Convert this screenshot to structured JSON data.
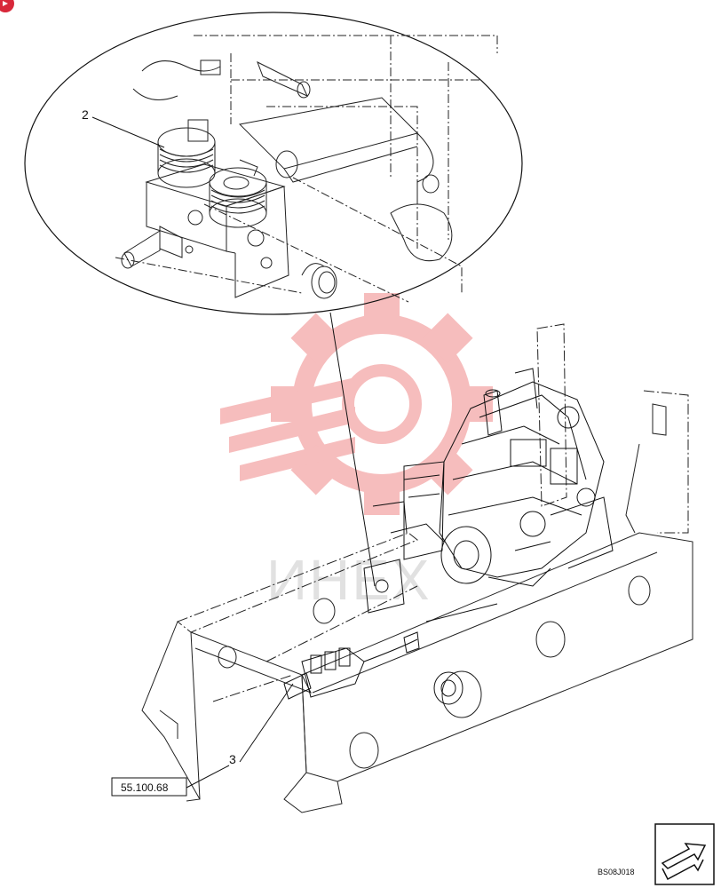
{
  "callouts": {
    "item_2": "2",
    "item_3": "3"
  },
  "reference_box": {
    "label": "55.100.68"
  },
  "drawing_code": "BS08J018",
  "watermark": {
    "text": "ИНЕХ",
    "color": "#f2a0a0"
  },
  "colors": {
    "line": "#111111",
    "watermark": "#f4a7a7"
  },
  "icons": {
    "corner_badge": "red-badge-icon",
    "nav_arrow": "next-page-arrow-icon"
  }
}
